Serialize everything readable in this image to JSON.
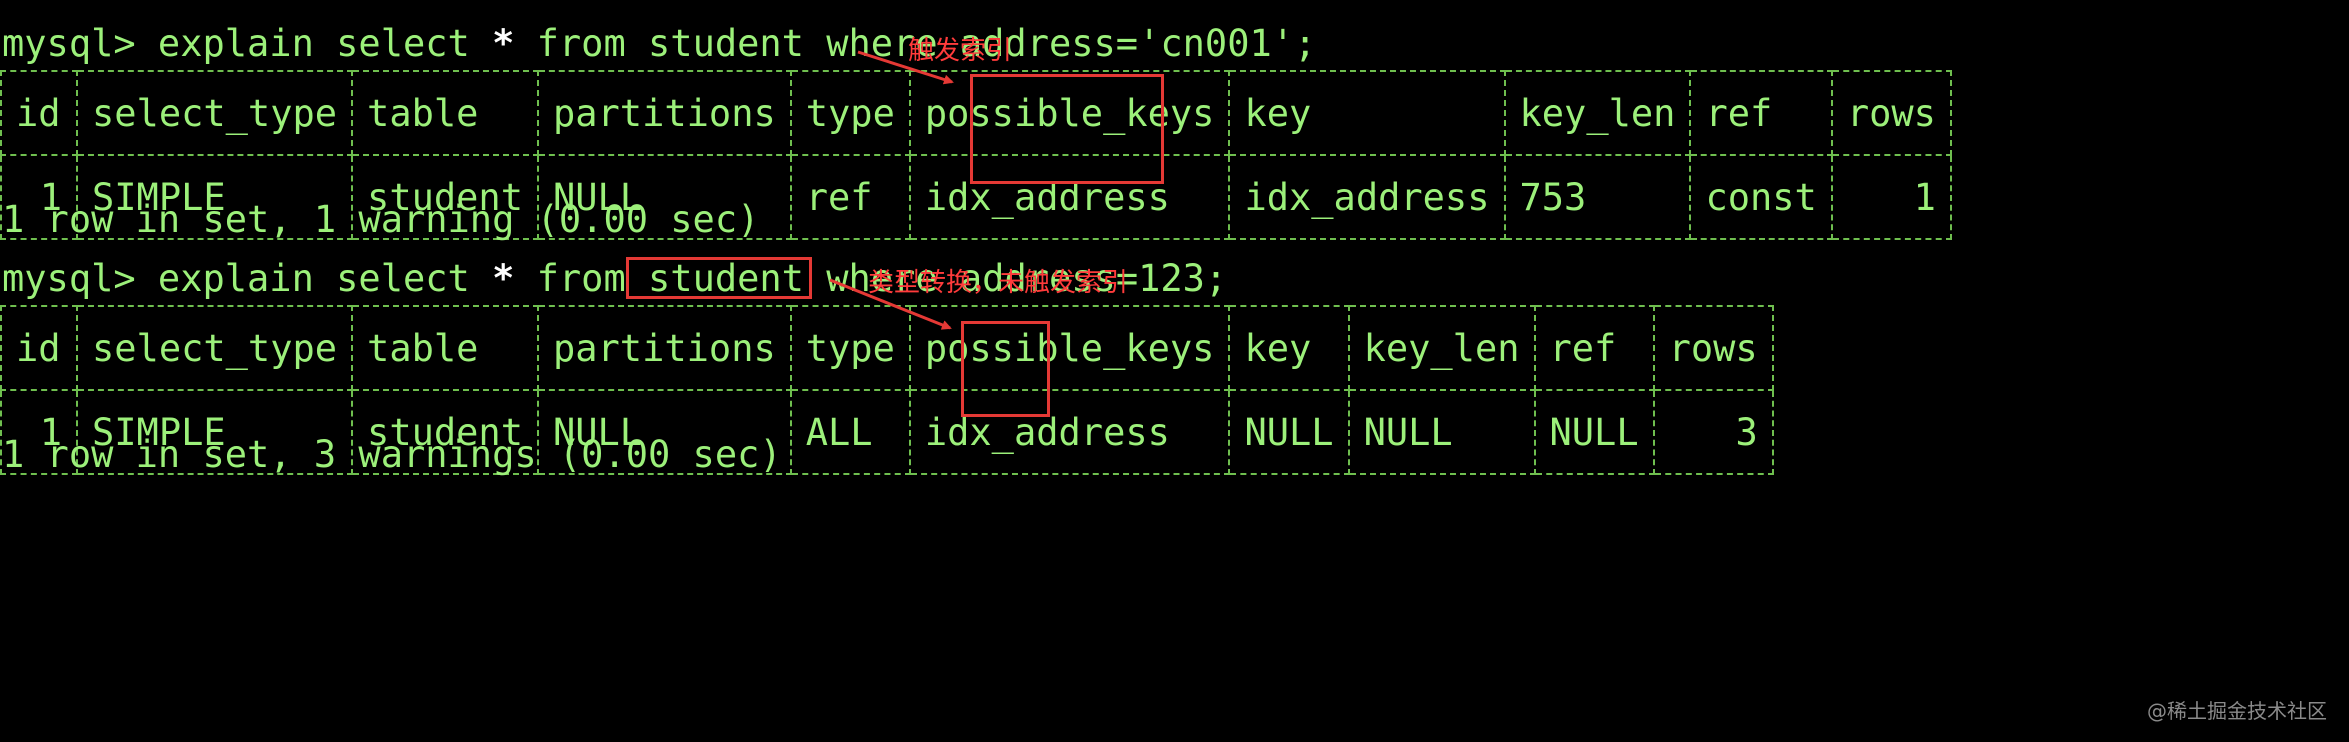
{
  "terminal": {
    "blocks": [
      {
        "prompt": "mysql>",
        "cmd_before_star": " explain select ",
        "star": "*",
        "cmd_after_star": " from student where address='cn001';",
        "headers": [
          "id",
          "select_type",
          "table",
          "partitions",
          "type",
          "possible_keys",
          "key",
          "key_len",
          "ref",
          "rows"
        ],
        "row": [
          "1",
          "SIMPLE",
          "student",
          "NULL",
          "ref",
          "idx_address",
          "idx_address",
          "753",
          "const",
          "1"
        ],
        "result": "1 row in set, 1 warning (0.00 sec)",
        "annotation": "触发索引"
      },
      {
        "prompt": "mysql>",
        "cmd_before_star": " explain select ",
        "star": "*",
        "cmd_after_star": " from student where ",
        "cmd_highlight": "address=123;",
        "headers": [
          "id",
          "select_type",
          "table",
          "partitions",
          "type",
          "possible_keys",
          "key",
          "key_len",
          "ref",
          "rows"
        ],
        "row": [
          "1",
          "SIMPLE",
          "student",
          "NULL",
          "ALL",
          "idx_address",
          "NULL",
          "NULL",
          "NULL",
          "3"
        ],
        "result": "1 row in set, 3 warnings (0.00 sec)",
        "annotation": "类型转换，未触发索引"
      }
    ]
  },
  "watermark": "@稀土掘金技术社区",
  "colors": {
    "background": "#000000",
    "terminal_text": "#9cf07a",
    "highlight": "#e53935",
    "annotation": "#ff3b3b"
  }
}
